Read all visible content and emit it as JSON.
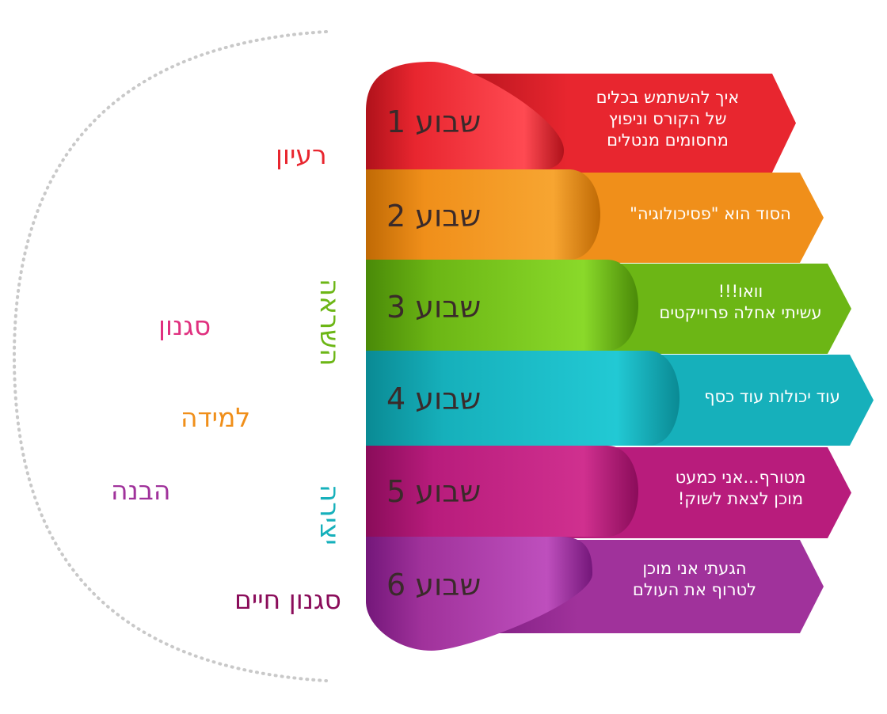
{
  "weeks": [
    {
      "label": "שבוע 1",
      "desc": [
        "איך להשתמש בכלים",
        "של הקורס וניפוץ",
        "מחסומים מנטלים"
      ],
      "color": "#e8262f",
      "dark": "#b0121b",
      "light": "#ff4a52"
    },
    {
      "label": "שבוע 2",
      "desc": [
        "הסוד הוא \"פסיכולוגיה\""
      ],
      "color": "#f08f1a",
      "dark": "#c06a05",
      "light": "#f7a531"
    },
    {
      "label": "שבוע 3",
      "desc": [
        "וואו!!!",
        "עשיתי אחלה פרוייקטים"
      ],
      "color": "#6cb615",
      "dark": "#4a8a08",
      "light": "#8ad92a"
    },
    {
      "label": "שבוע 4",
      "desc": [
        "עוד יכולות עוד כסף"
      ],
      "color": "#16b0bb",
      "dark": "#0a8a94",
      "light": "#22c9d4"
    },
    {
      "label": "שבוע 5",
      "desc": [
        "מטורף...אני  כמעט",
        "מוכן לצאת לשוק!"
      ],
      "color": "#b81c7c",
      "dark": "#8a0c5a",
      "light": "#d0308f"
    },
    {
      "label": "שבוע 6",
      "desc": [
        "הגעתי אני מוכן",
        "לטרוף את העולם"
      ],
      "color": "#a0329b",
      "dark": "#74177a",
      "light": "#be4fbd"
    }
  ],
  "side_labels": [
    {
      "text": "רעיון",
      "color": "#e8262f"
    },
    {
      "text": "סגנון",
      "color": "#e0307f"
    },
    {
      "text": "למידה",
      "color": "#f08f1a"
    },
    {
      "text": "הבנה",
      "color": "#a0329b"
    },
    {
      "text": "סגנון חיים",
      "color": "#8a0c5a"
    }
  ],
  "vertical_labels": [
    {
      "text": "השראה",
      "color": "#6cb615"
    },
    {
      "text": "יצירה",
      "color": "#16b0bb"
    }
  ]
}
